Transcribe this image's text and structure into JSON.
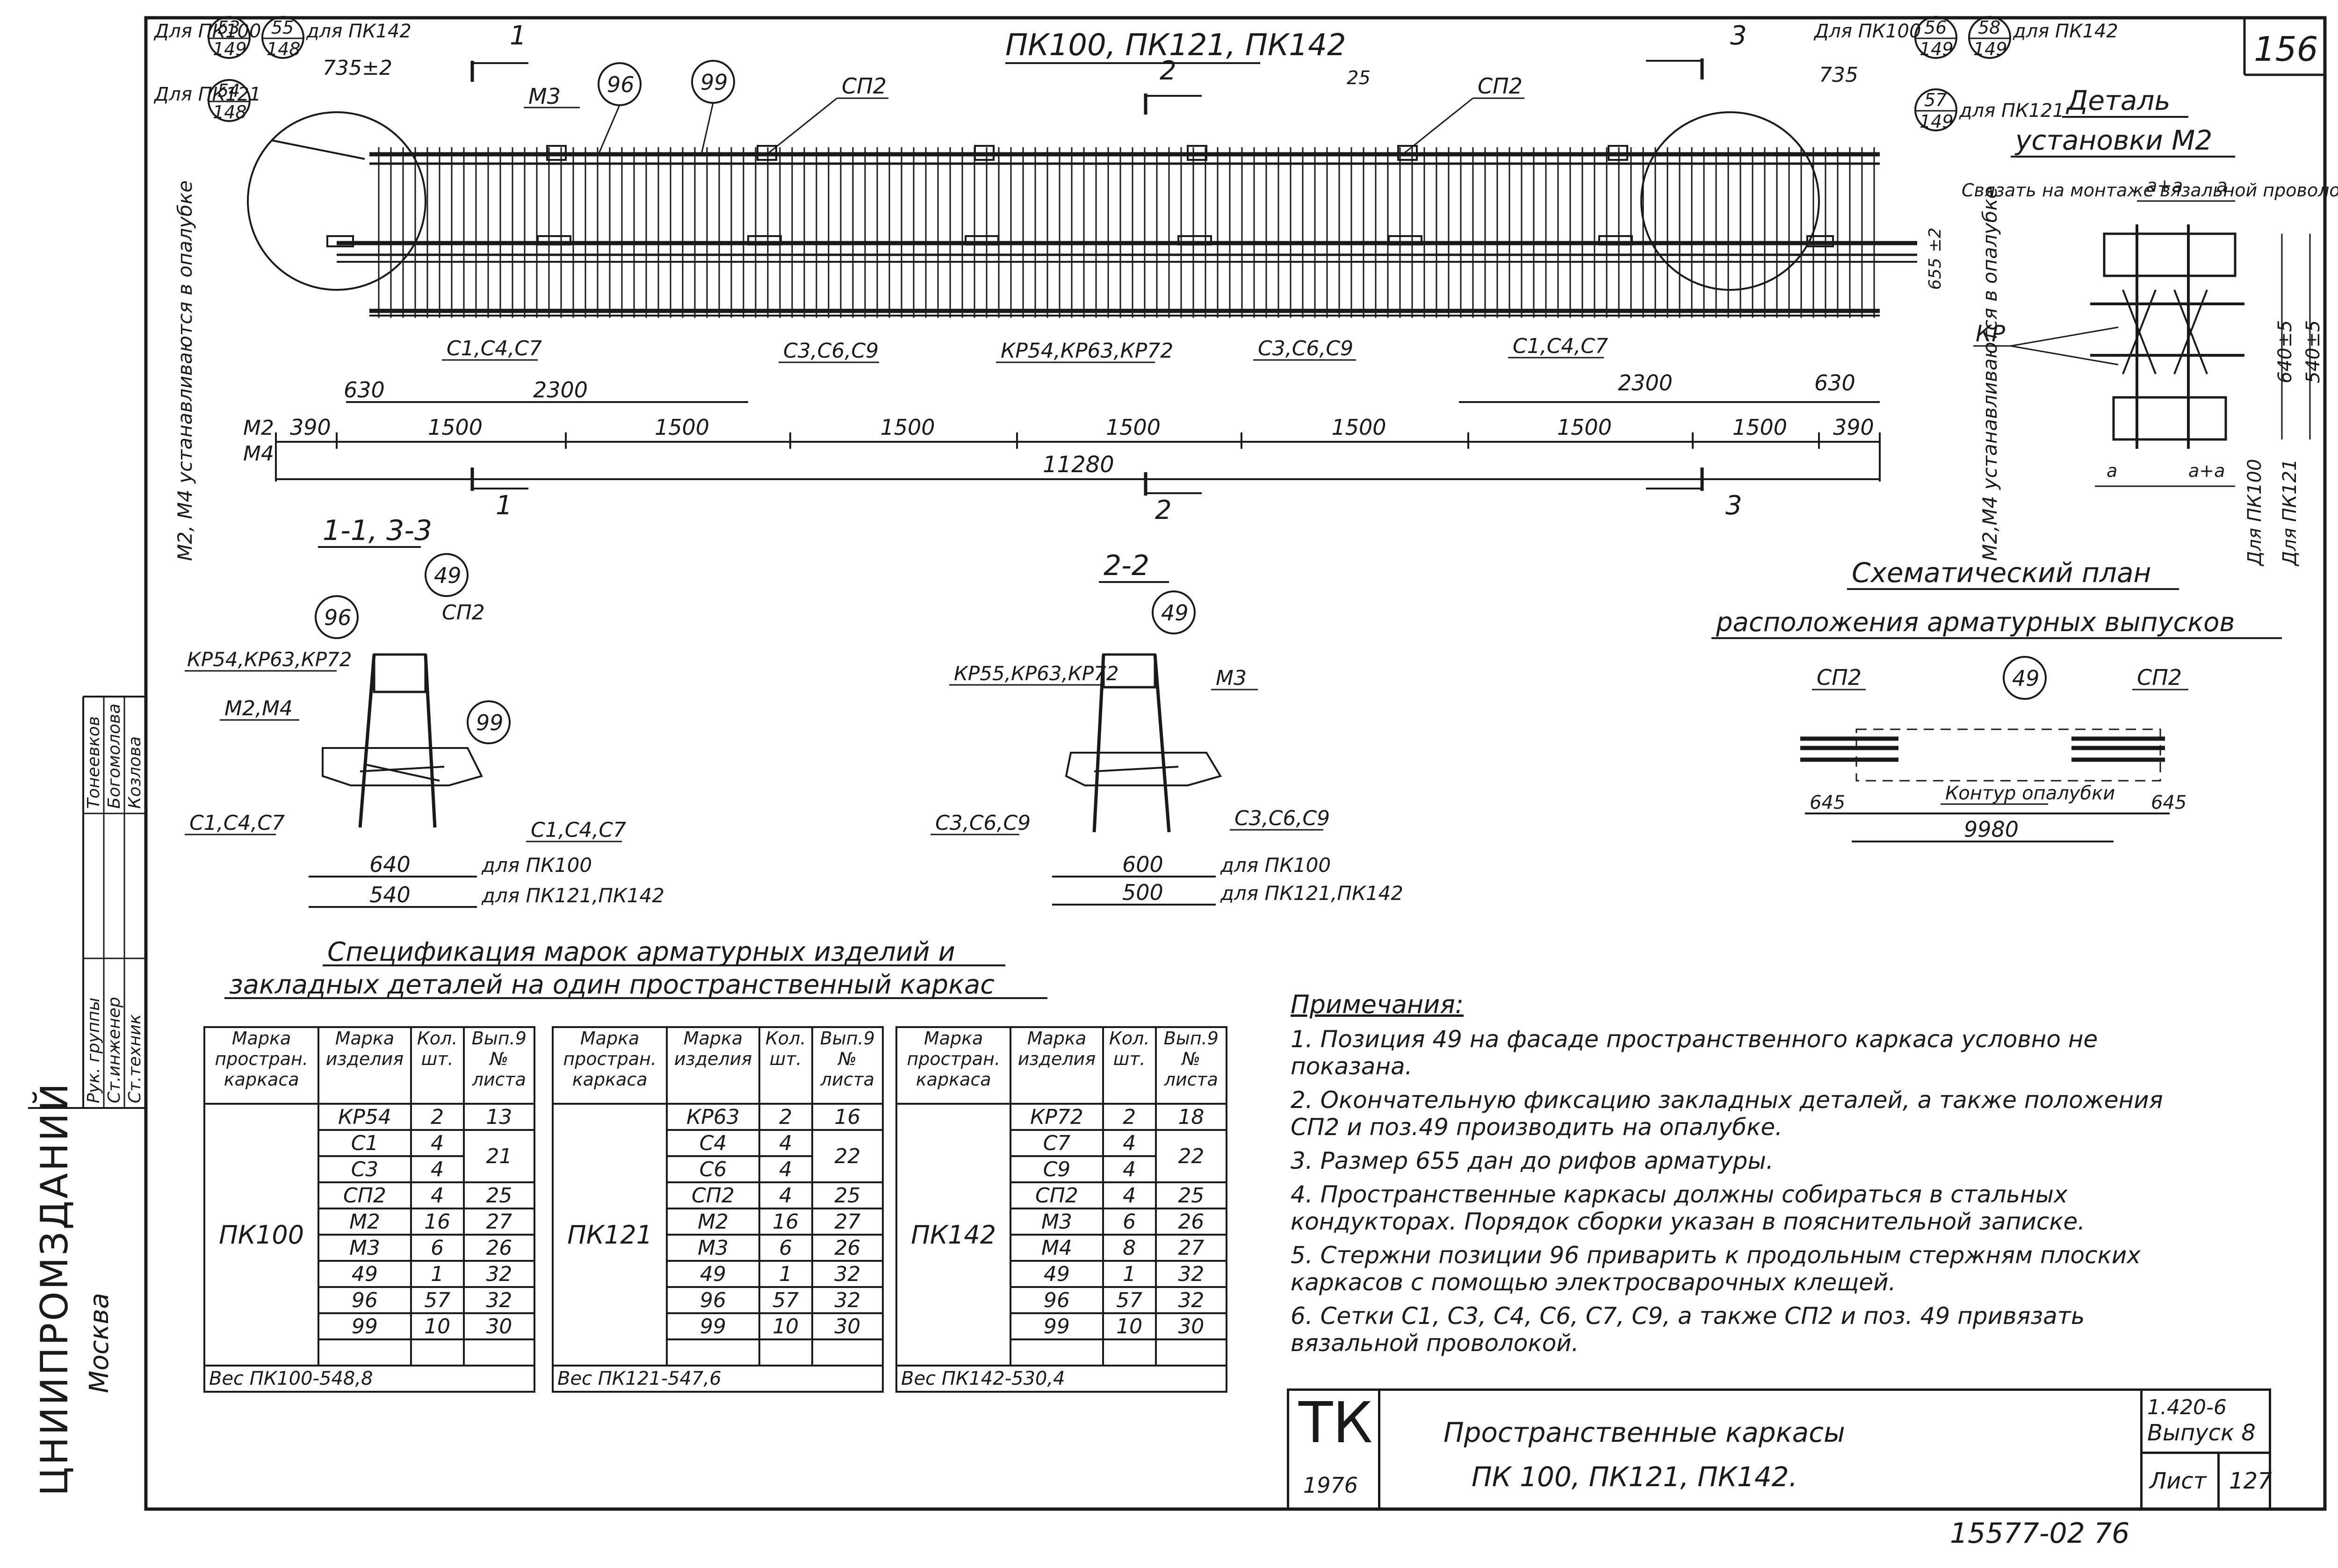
{
  "sheet": {
    "page_no": "156",
    "corner_number": "15577-02   76"
  },
  "elevation": {
    "title": "ПК100, ПК121, ПК142",
    "left_refs": {
      "row1_prefix": "Для ПК100",
      "row1_a_num": "53",
      "row1_a_den": "149",
      "row1_b_num": "55",
      "row1_b_den": "148",
      "row1_suffix": "для ПК142",
      "row2_prefix": "Для ПК121",
      "row2_num": "54",
      "row2_den": "148"
    },
    "right_refs": {
      "row1_prefix": "Для ПК100",
      "row1_a_num": "56",
      "row1_a_den": "149",
      "row1_b_num": "58",
      "row1_b_den": "149",
      "row1_suffix": "для ПК142",
      "row2_num": "57",
      "row2_den": "149",
      "row2_suffix": "для ПК121"
    },
    "dim_735_left": "735±2",
    "dim_735_right": "735",
    "dim_25": "25",
    "dim_655": "655 ±2",
    "labels": {
      "m3": "М3",
      "p96": "96",
      "p99": "99",
      "sp2_a": "СП2",
      "sp2_b": "СП2",
      "c147_left": "С1,С4,С7",
      "c369_left": "С3,С6,С9",
      "kp": "КР54,КР63,КР72",
      "c369_right": "С3,С6,С9",
      "c147_right": "С1,С4,С7",
      "m2m4_left": "М2, М4 устанавливаются в опалубке",
      "m2m4_right": "М2,М4 устанавливаются в опалубке",
      "m2": "М2",
      "m4": "М4"
    },
    "section_marks": [
      "1",
      "2",
      "3"
    ],
    "dims_row1": [
      "630",
      "2300",
      "2300",
      "630"
    ],
    "dims_row2": [
      "390",
      "1500",
      "1500",
      "1500",
      "1500",
      "1500",
      "1500",
      "1500",
      "390"
    ],
    "total": "11280"
  },
  "detail": {
    "title_1": "Деталь",
    "title_2": "установки М2",
    "note": "Связать на монтаже вязальной проволокой",
    "kp": "КР",
    "dim_a_plus_a": "а+а",
    "dim_a": "а",
    "dim_640": "640±5",
    "dim_540": "540±5",
    "for_pk100": "Для ПК100",
    "for_pk121": "Для ПК121"
  },
  "section_11": {
    "title": "1-1, 3-3",
    "p49": "49",
    "p96": "96",
    "p99": "99",
    "sp2": "СП2",
    "kp": "КР54,КР63,КР72",
    "m2m4": "М2,М4",
    "c147_left": "С1,С4,С7",
    "c147_right": "С1,С4,С7",
    "dim_640": "640",
    "dim_540": "540",
    "for_pk100": "для ПК100",
    "for_pk121": "для ПК121,ПК142"
  },
  "section_22": {
    "title": "2-2",
    "p49": "49",
    "kp": "КР55,КР63,КР72",
    "m3": "М3",
    "c369_left": "С3,С6,С9",
    "c369_right": "С3,С6,С9",
    "dim_600": "600",
    "dim_500": "500",
    "for_pk100": "для ПК100",
    "for_pk121": "для ПК121,ПК142"
  },
  "plan": {
    "title_1": "Схематический план",
    "title_2": "расположения арматурных выпусков",
    "sp2_left": "СП2",
    "sp2_right": "СП2",
    "p49": "49",
    "contour": "Контур опалубки",
    "dim_left": "645",
    "dim_right": "645",
    "total": "9980"
  },
  "spec": {
    "title_1": "Спецификация марок арматурных изделий и",
    "title_2": "закладных деталей на один пространственный каркас",
    "headers": [
      "Марка простран. каркаса",
      "Марка изделия",
      "Кол. шт.",
      "Вып.9 № листа"
    ],
    "tables": [
      {
        "frame": "ПК100",
        "rows": [
          [
            "КР54",
            "2",
            "13"
          ],
          [
            "С1",
            "4",
            "21"
          ],
          [
            "С3",
            "4",
            ""
          ],
          [
            "СП2",
            "4",
            "25"
          ],
          [
            "М2",
            "16",
            "27"
          ],
          [
            "М3",
            "6",
            "26"
          ],
          [
            "49",
            "1",
            "32"
          ],
          [
            "96",
            "57",
            "32"
          ],
          [
            "99",
            "10",
            "30"
          ],
          [
            "",
            "",
            ""
          ]
        ],
        "weight": "Вес ПК100-548,8"
      },
      {
        "frame": "ПК121",
        "rows": [
          [
            "КР63",
            "2",
            "16"
          ],
          [
            "С4",
            "4",
            "22"
          ],
          [
            "С6",
            "4",
            ""
          ],
          [
            "СП2",
            "4",
            "25"
          ],
          [
            "М2",
            "16",
            "27"
          ],
          [
            "М3",
            "6",
            "26"
          ],
          [
            "49",
            "1",
            "32"
          ],
          [
            "96",
            "57",
            "32"
          ],
          [
            "99",
            "10",
            "30"
          ],
          [
            "",
            "",
            ""
          ]
        ],
        "weight": "Вес ПК121-547,6"
      },
      {
        "frame": "ПК142",
        "rows": [
          [
            "КР72",
            "2",
            "18"
          ],
          [
            "С7",
            "4",
            "22"
          ],
          [
            "С9",
            "4",
            ""
          ],
          [
            "СП2",
            "4",
            "25"
          ],
          [
            "М3",
            "6",
            "26"
          ],
          [
            "М4",
            "8",
            "27"
          ],
          [
            "49",
            "1",
            "32"
          ],
          [
            "96",
            "57",
            "32"
          ],
          [
            "99",
            "10",
            "30"
          ],
          [
            "",
            "",
            ""
          ]
        ],
        "weight": "Вес ПК142-530,4"
      }
    ]
  },
  "notes": {
    "heading": "Примечания:",
    "items": [
      "1. Позиция 49 на фасаде пространственного каркаса условно не показана.",
      "2. Окончательную фиксацию закладных деталей, а также положения СП2 и поз.49 производить на опалубке.",
      "3. Размер 655 дан до рифов арматуры.",
      "4. Пространственные каркасы должны собираться в стальных кондукторах. Порядок сборки указан в пояснительной записке.",
      "5. Стержни позиции 96 приварить к продольным стержням плоских каркасов с помощью электросварочных клещей.",
      "6. Сетки С1, С3, С4, С6, С7, С9, а также СП2 и поз. 49 привязать вязальной проволокой."
    ]
  },
  "title_block": {
    "tk": "ТК",
    "year": "1976",
    "name_1": "Пространственные каркасы",
    "name_2": "ПК 100, ПК121, ПК142.",
    "series": "1.420-6",
    "issue": "Выпуск 8",
    "sheet_label": "Лист",
    "sheet_no": "127"
  },
  "stamp": {
    "org": "ЦНИИПРОМЗДАНИЙ",
    "city": "Москва",
    "roles": [
      "Рук. группы",
      "Ст.инженер",
      "Ст.техник"
    ],
    "names": [
      "Тонеевков",
      "Богомолова",
      "Козлова"
    ]
  }
}
